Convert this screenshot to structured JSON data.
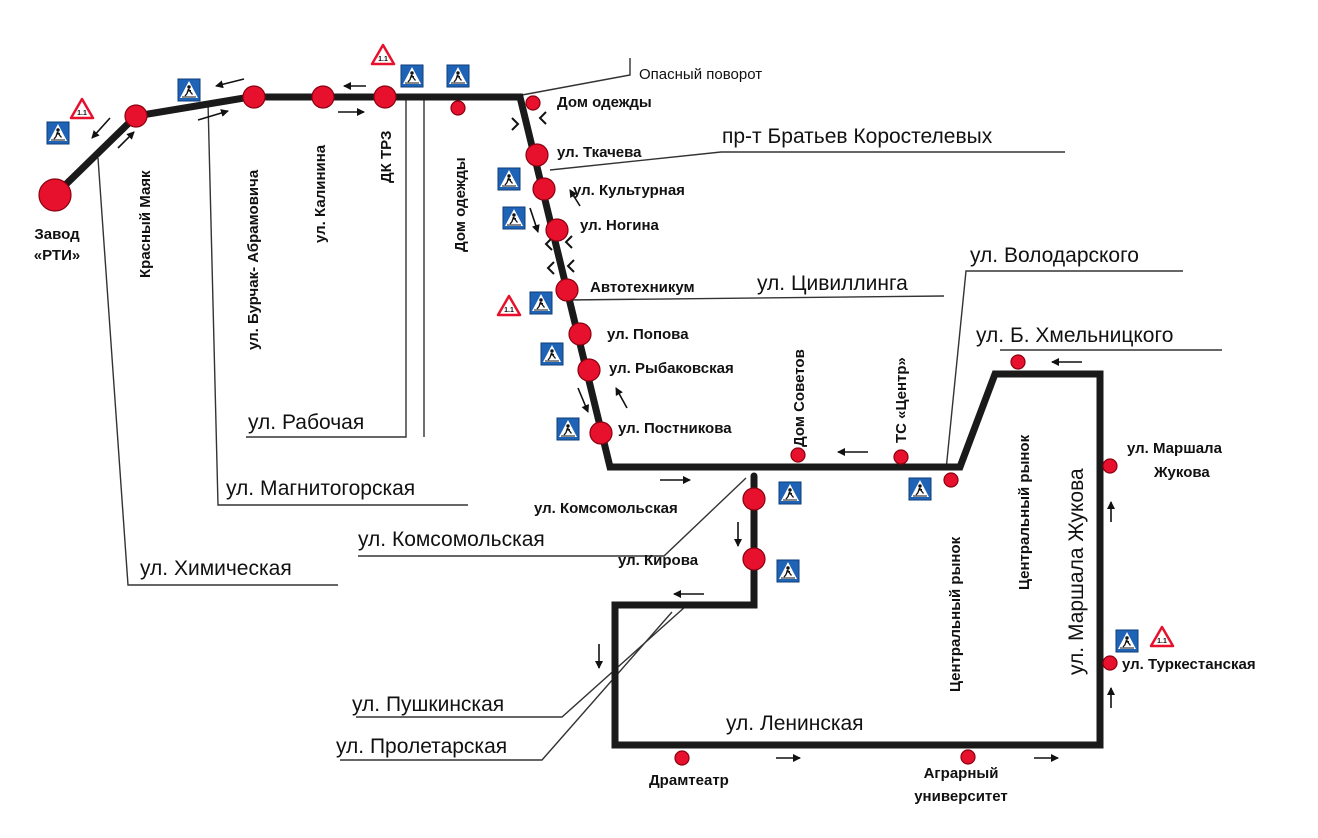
{
  "map": {
    "colors": {
      "route": "#1a1a1a",
      "stop": "#e8112d",
      "crosswalk_bg": "#1e63b5",
      "warning": "#e8112d",
      "leader": "#333333"
    },
    "note": "Опасный поворот",
    "stops": {
      "zavod_1": "Завод",
      "zavod_2": "«РТИ»",
      "krasny_mayak": "Красный Маяк",
      "burchak": "ул. Бурчак- Абрамовича",
      "kalinina": "ул. Калинина",
      "dk_trz": "ДК ТРЗ",
      "dom_odezhdy_v": "Дом одежды",
      "dom_odezhdy_h": "Дом одежды",
      "tkacheva": "ул. Ткачева",
      "kulturnaya": "ул. Культурная",
      "nogina": "ул. Ногина",
      "avtotekhnikum": "Автотехникум",
      "popova": "ул. Попова",
      "rybakovskaya": "ул. Рыбаковская",
      "postnikova": "ул. Постникова",
      "dom_sovetov": "Дом Советов",
      "ts_centr": "ТС «Центр»",
      "tsentr_rynok_1": "Центральный рынок",
      "tsentr_rynok_2": "Центральный рынок",
      "komsomolskaya": "ул. Комсомольская",
      "kirova": "ул. Кирова",
      "marshala_zhukova_1": "ул. Маршала",
      "marshala_zhukova_2": "Жукова",
      "turkestanskaya": "ул. Туркестанская",
      "dramteatr": "Драмтеатр",
      "agrarny_1": "Аграрный",
      "agrarny_2": "университет"
    },
    "streets": {
      "brat_korostelevykh": "пр-т Братьев Коростелевых",
      "volodarskogo": "ул. Володарского",
      "tsivillinga": "ул. Цивиллинга",
      "b_khmelnitskogo": "ул. Б. Хмельницкого",
      "rabochaya": "ул. Рабочая",
      "magnitogorskaya": "ул. Магнитогорская",
      "komsomolskaya": "ул. Комсомольская",
      "khimicheskaya": "ул. Химическая",
      "pushkinskaya": "ул. Пушкинская",
      "proletarskaya": "ул. Пролетарская",
      "leninskaya": "ул. Ленинская",
      "marshala_zhukova": "ул. Маршала Жукова"
    }
  }
}
